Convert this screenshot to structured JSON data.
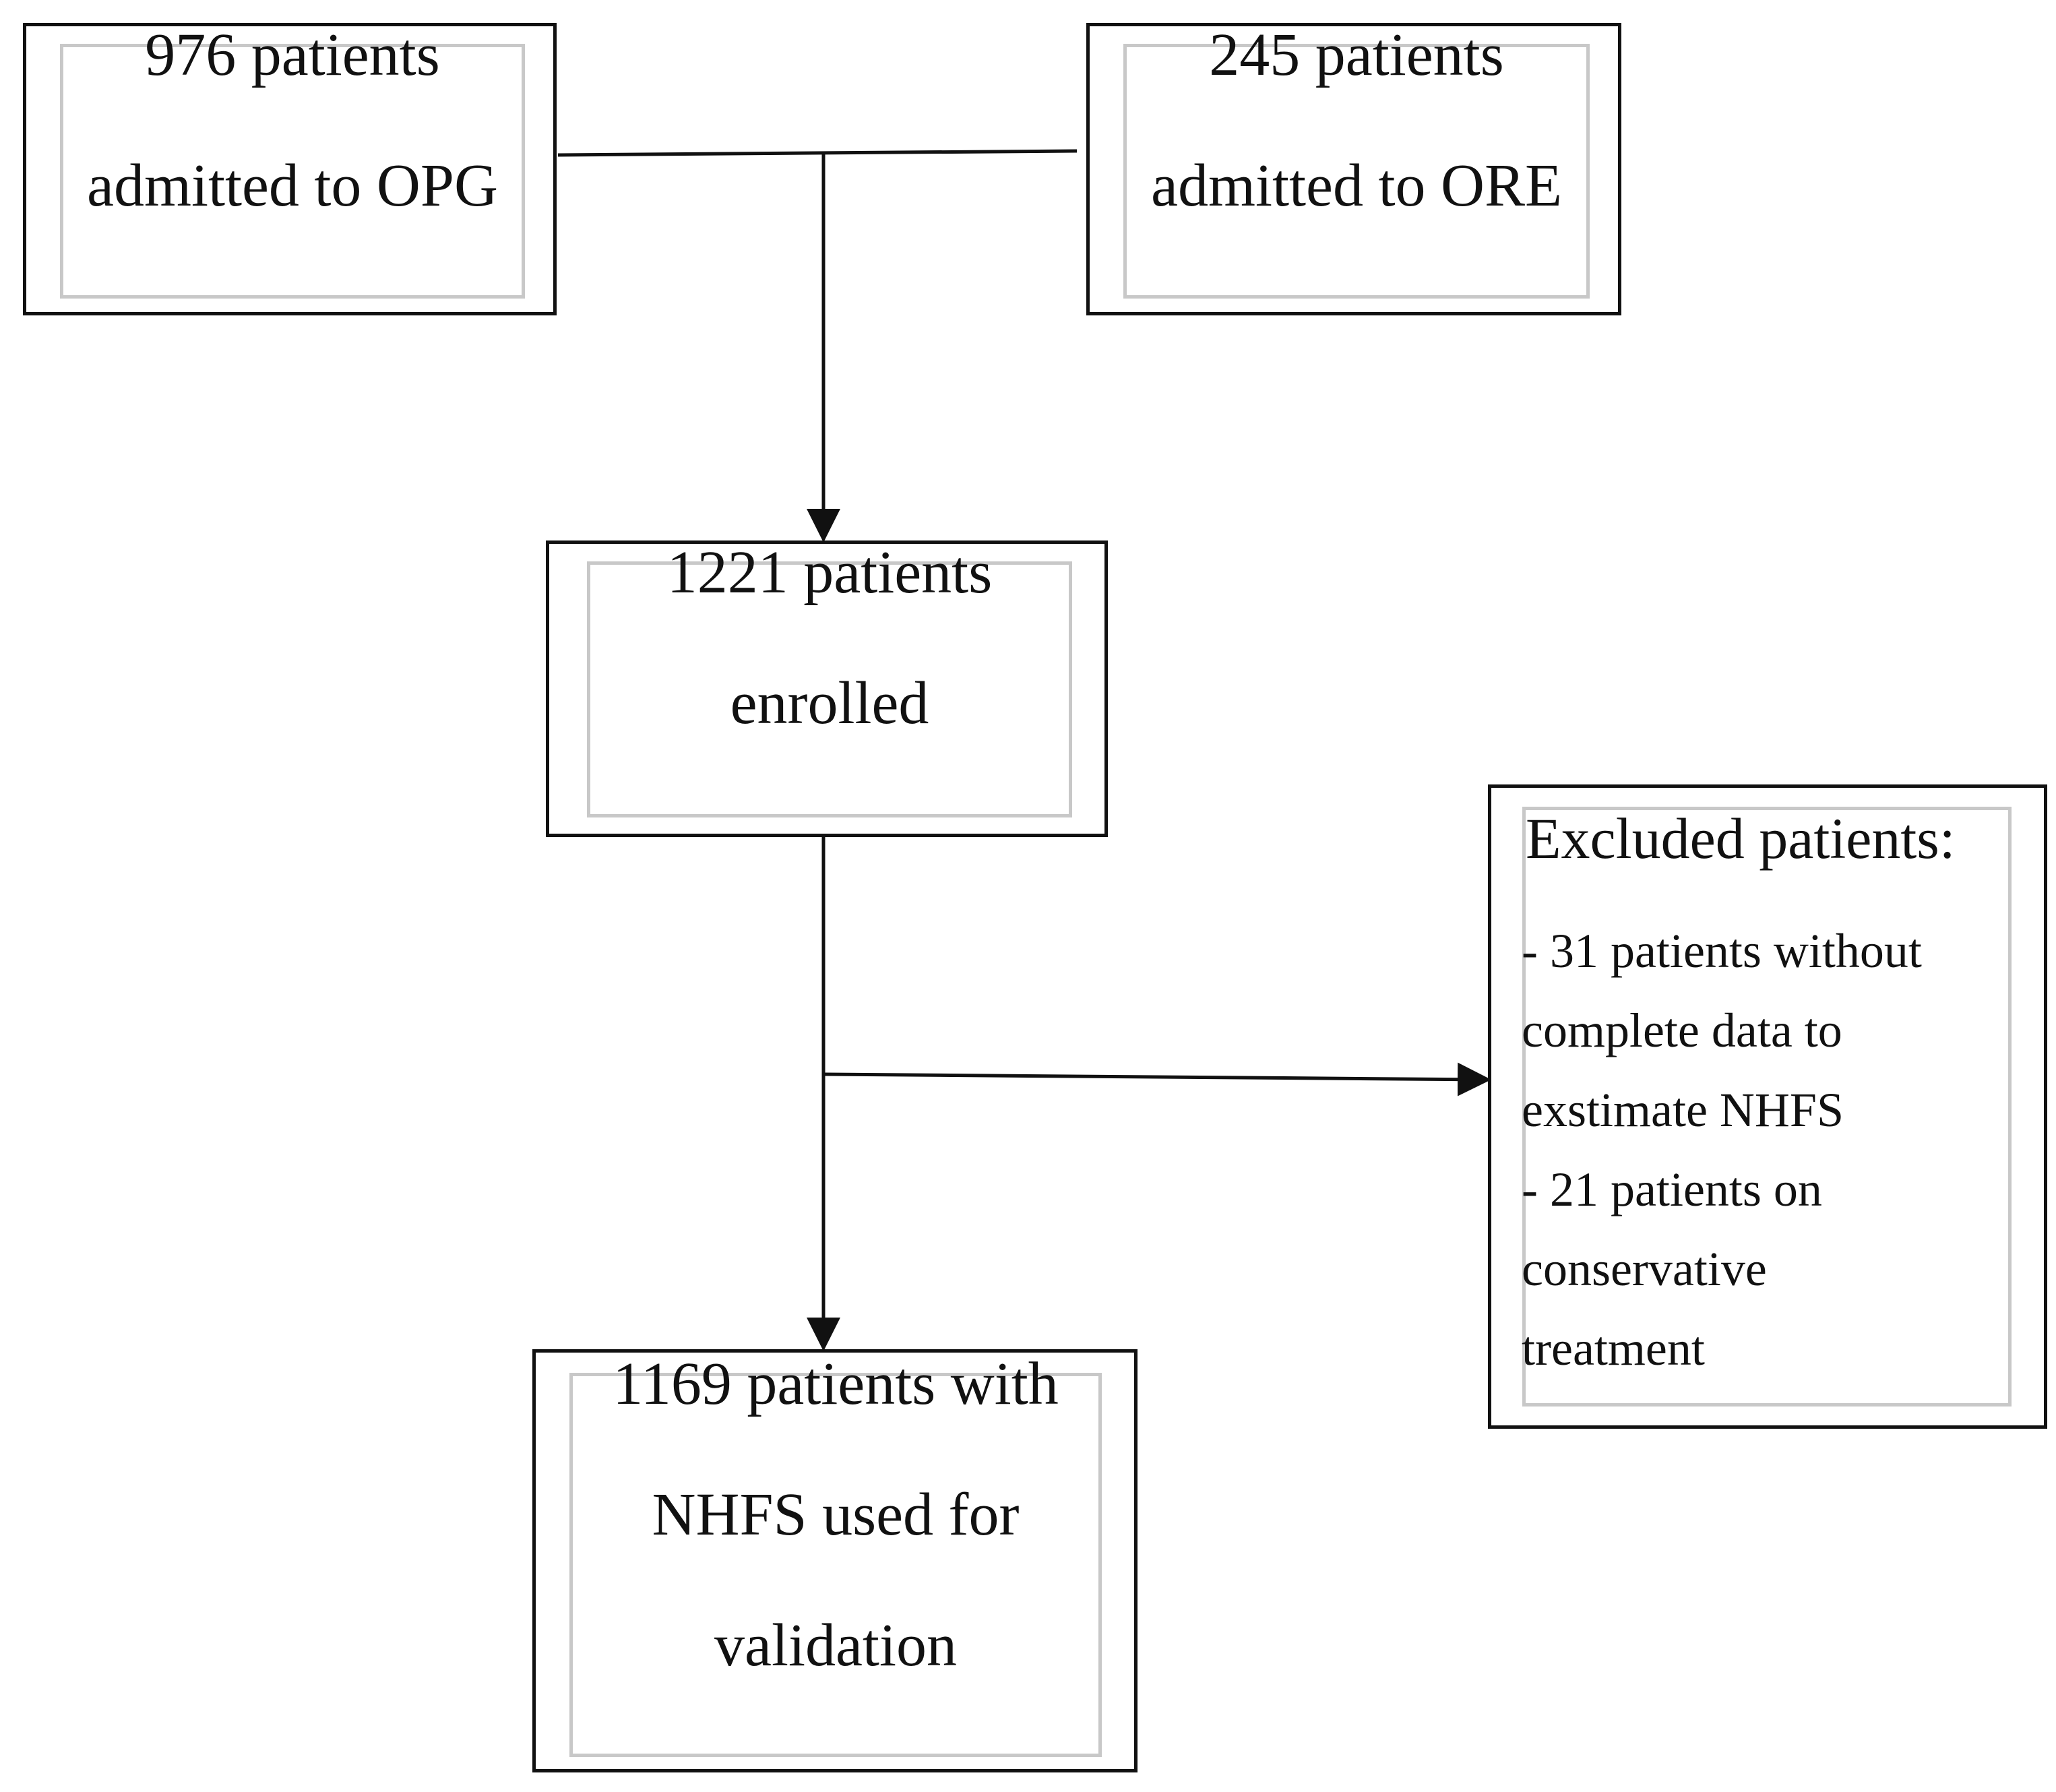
{
  "nodes": {
    "opg": {
      "line1": "976 patients",
      "line2": "admitted to OPG"
    },
    "ore": {
      "line1": "245 patients",
      "line2": "admitted to ORE"
    },
    "enrolled": {
      "line1": "1221 patients",
      "line2": "enrolled"
    },
    "excluded": {
      "title": "Excluded patients:",
      "lines": [
        "- 31 patients without",
        "complete data to",
        "exstimate NHFS",
        "- 21 patients on",
        "conservative",
        "treatment"
      ]
    },
    "validation": {
      "line1": "1169 patients with",
      "line2": "NHFS used for",
      "line3": "validation"
    }
  },
  "colors": {
    "outer_border": "#111111",
    "inner_border": "#c8c8c8",
    "connector": "#111111"
  }
}
